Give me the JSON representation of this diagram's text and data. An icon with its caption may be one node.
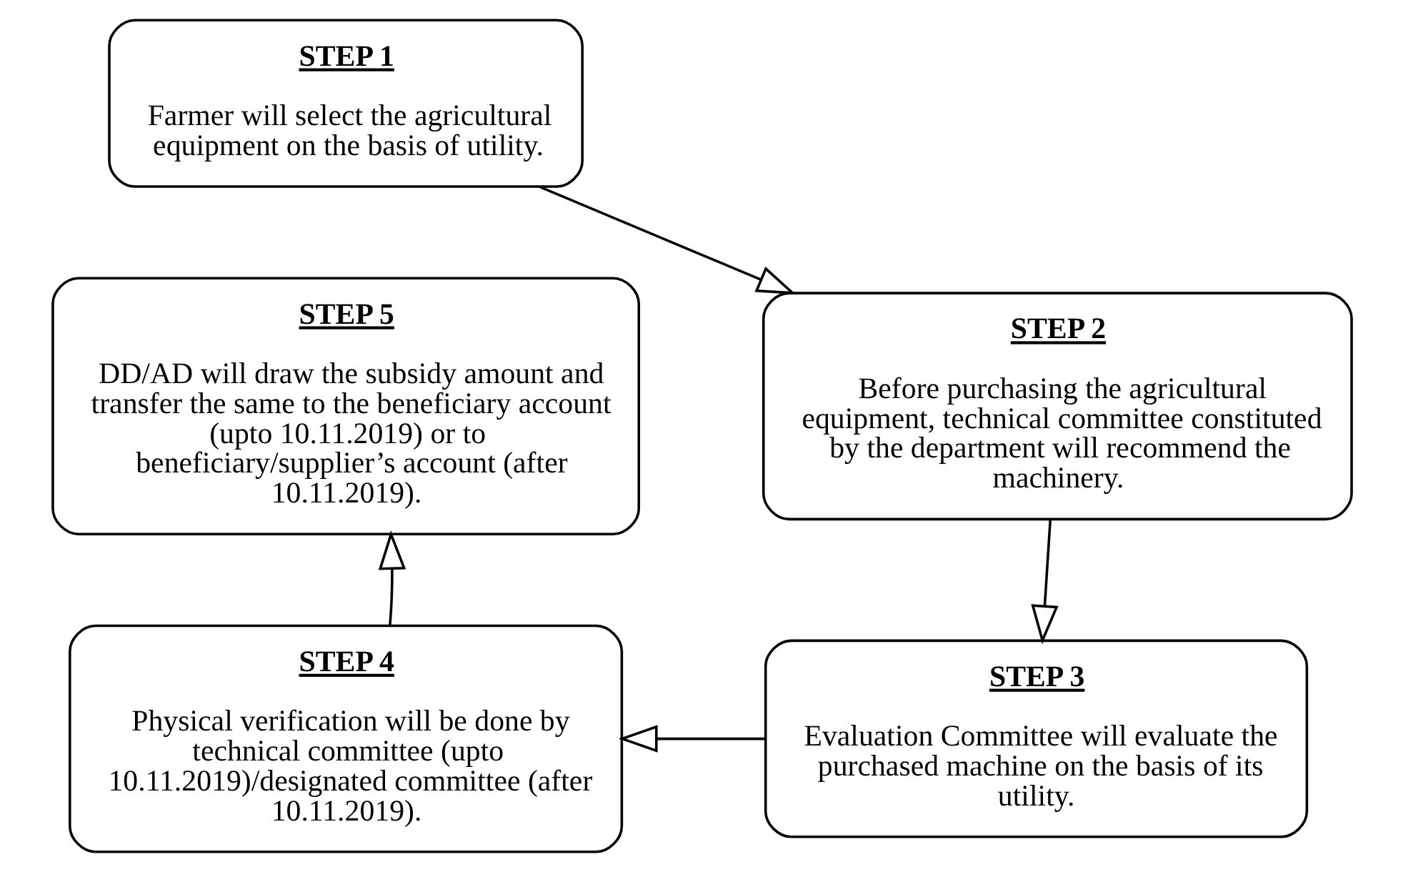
{
  "diagram": {
    "nodes": [
      {
        "text": [
          "STEP 1",
          "Farmer will select the agricultural equipment on the basis of utility."
        ]
      },
      {
        "text": [
          "STEP 5",
          "DD/AD will draw the subsidy amount and transfer the same to the beneficiary account (upto 10.11.2019) or to beneficiary/supplier’s account (after 10.11.2019)."
        ]
      },
      {
        "text": [
          "STEP 2",
          "Before purchasing the agricultural equipment, technical committee constituted by the department will recommend the machinery."
        ]
      },
      {
        "text": [
          "STEP 4",
          "Physical verification will be done by technical committee (upto 10.11.2019)/designated committee (after 10.11.2019)."
        ]
      },
      {
        "text": [
          "STEP 3",
          "Evaluation Committee will evaluate the purchased machine on the basis of its utility."
        ]
      }
    ],
    "edges": [
      {
        "from": 0,
        "to": 2,
        "arrow": "to"
      },
      {
        "from": 2,
        "to": 4,
        "arrow": "to"
      },
      {
        "from": 4,
        "to": 3,
        "arrow": "to"
      },
      {
        "from": 3,
        "to": 1,
        "arrow": "to"
      }
    ]
  }
}
